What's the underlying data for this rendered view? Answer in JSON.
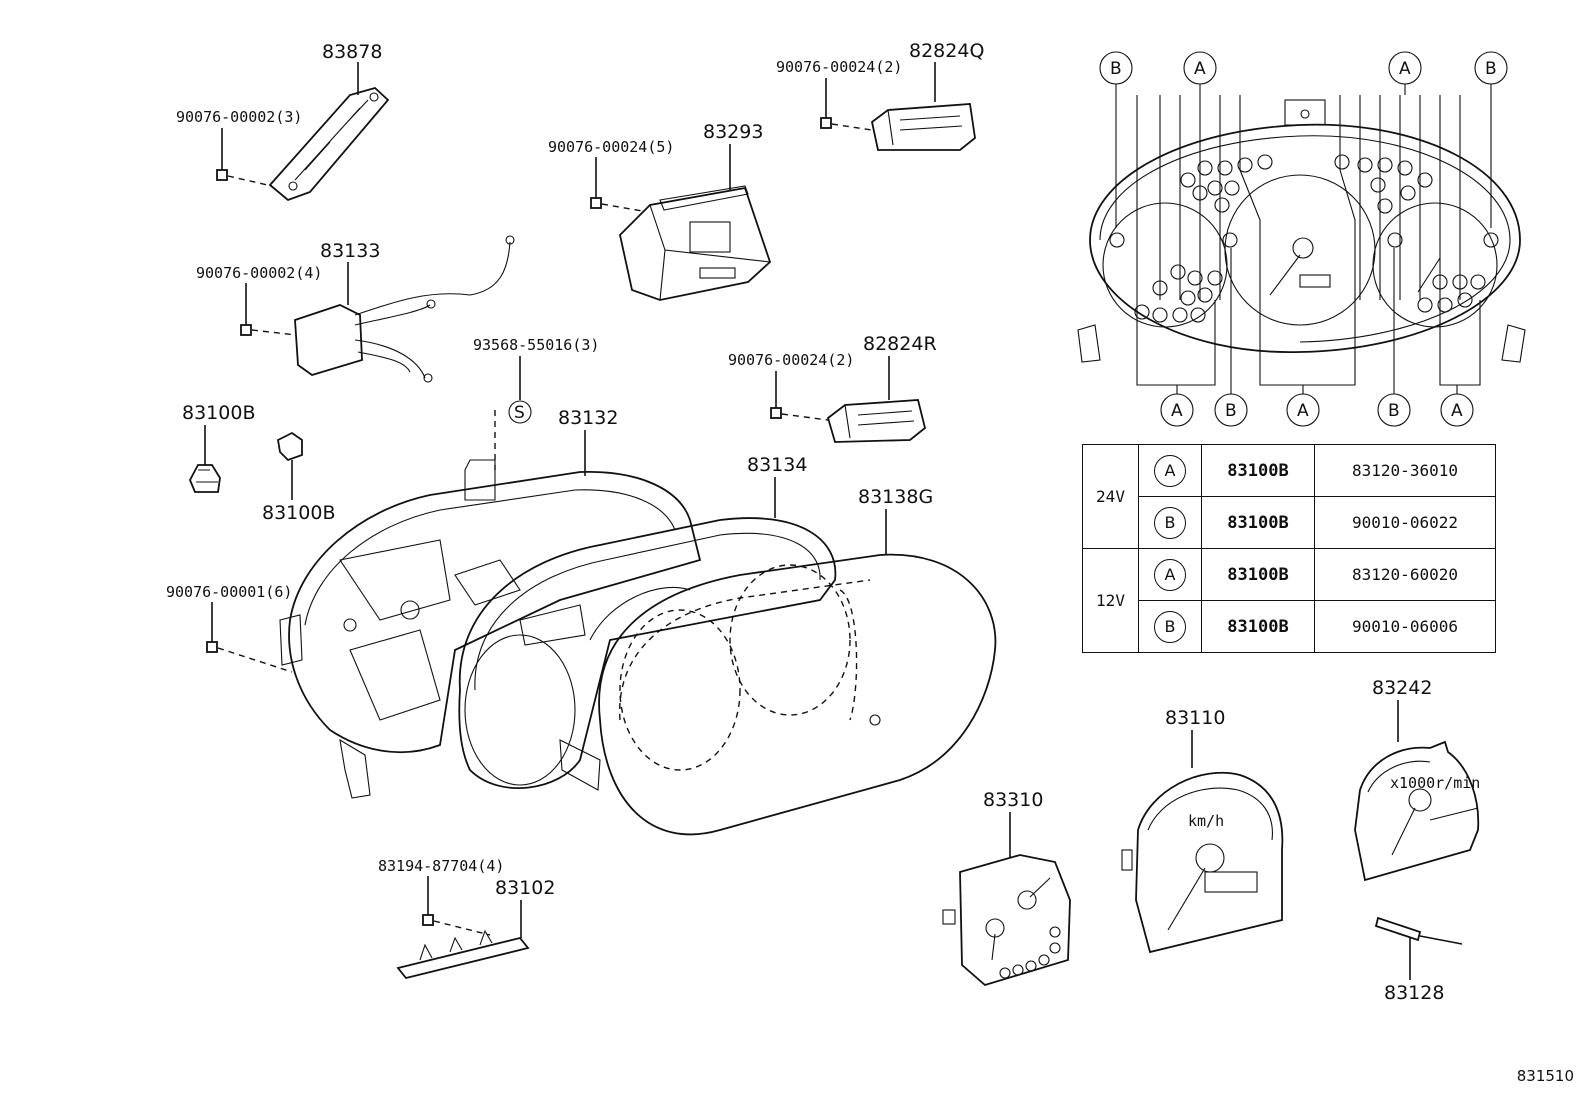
{
  "labels": {
    "p83878": "83878",
    "s90076_00002_3": "90076-00002(3)",
    "p83133": "83133",
    "s90076_00002_4": "90076-00002(4)",
    "p83100B_a": "83100B",
    "p83100B_b": "83100B",
    "s90076_00001_6": "90076-00001(6)",
    "s93568_55016_3": "93568-55016(3)",
    "s_marker": "S",
    "p83132": "83132",
    "s90076_00024_5": "90076-00024(5)",
    "p83293": "83293",
    "s90076_00024_2a": "90076-00024(2)",
    "p82824Q": "82824Q",
    "s90076_00024_2b": "90076-00024(2)",
    "p82824R": "82824R",
    "p83134": "83134",
    "p83138G": "83138G",
    "s83194_87704_4": "83194-87704(4)",
    "p83102": "83102",
    "p83310": "83310",
    "p83110": "83110",
    "p83242": "83242",
    "p83128": "83128",
    "kmh": "km/h",
    "rpm": "x1000r/min"
  },
  "connector_markers": {
    "top": [
      "B",
      "A",
      "A",
      "B"
    ],
    "bottom": [
      "A",
      "B",
      "A",
      "B",
      "A"
    ]
  },
  "table": [
    {
      "voltage": "24V",
      "rows": [
        {
          "type": "A",
          "bulb": "83100B",
          "part": "83120-36010"
        },
        {
          "type": "B",
          "bulb": "83100B",
          "part": "90010-06022"
        }
      ]
    },
    {
      "voltage": "12V",
      "rows": [
        {
          "type": "A",
          "bulb": "83100B",
          "part": "83120-60020"
        },
        {
          "type": "B",
          "bulb": "83100B",
          "part": "90010-06006"
        }
      ]
    }
  ],
  "page_code": "831510"
}
